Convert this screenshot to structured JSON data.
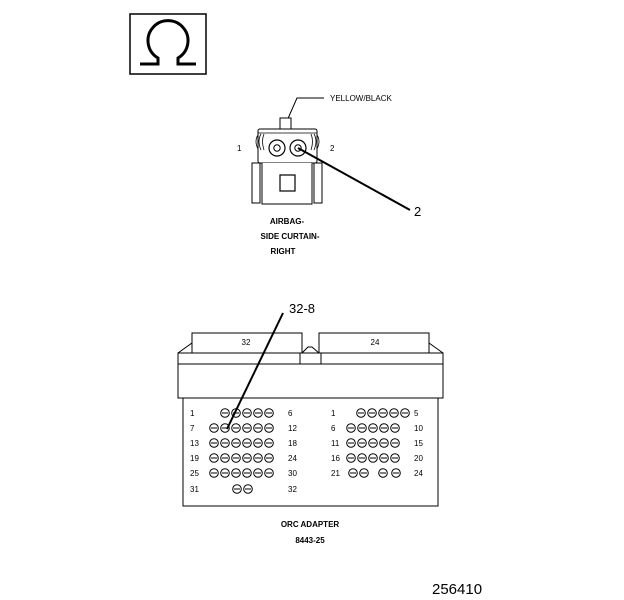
{
  "ohm_symbol": "Ω",
  "wire_color": "YELLOW/BLACK",
  "airbag_connector": {
    "pin_left": "1",
    "pin_right": "2",
    "callout": "2",
    "name_line1": "AIRBAG-",
    "name_line2": "SIDE CURTAIN-",
    "name_line3": "RIGHT"
  },
  "orc_connector": {
    "callout": "32-8",
    "left_block_label": "32",
    "right_block_label": "24",
    "left_rows": [
      {
        "start": "1",
        "end": "6",
        "pins": 5
      },
      {
        "start": "7",
        "end": "12",
        "pins": 6
      },
      {
        "start": "13",
        "end": "18",
        "pins": 6
      },
      {
        "start": "19",
        "end": "24",
        "pins": 6
      },
      {
        "start": "25",
        "end": "30",
        "pins": 6
      },
      {
        "start": "31",
        "end": "32",
        "pins": 2
      }
    ],
    "right_rows": [
      {
        "start": "1",
        "end": "5",
        "pins": 5
      },
      {
        "start": "6",
        "end": "10",
        "pins": 5
      },
      {
        "start": "11",
        "end": "15",
        "pins": 5
      },
      {
        "start": "16",
        "end": "20",
        "pins": 5
      },
      {
        "start": "21",
        "end": "24",
        "pins": 4
      }
    ],
    "name_line1": "ORC ADAPTER",
    "name_line2": "8443-25"
  },
  "figure_number": "256410"
}
